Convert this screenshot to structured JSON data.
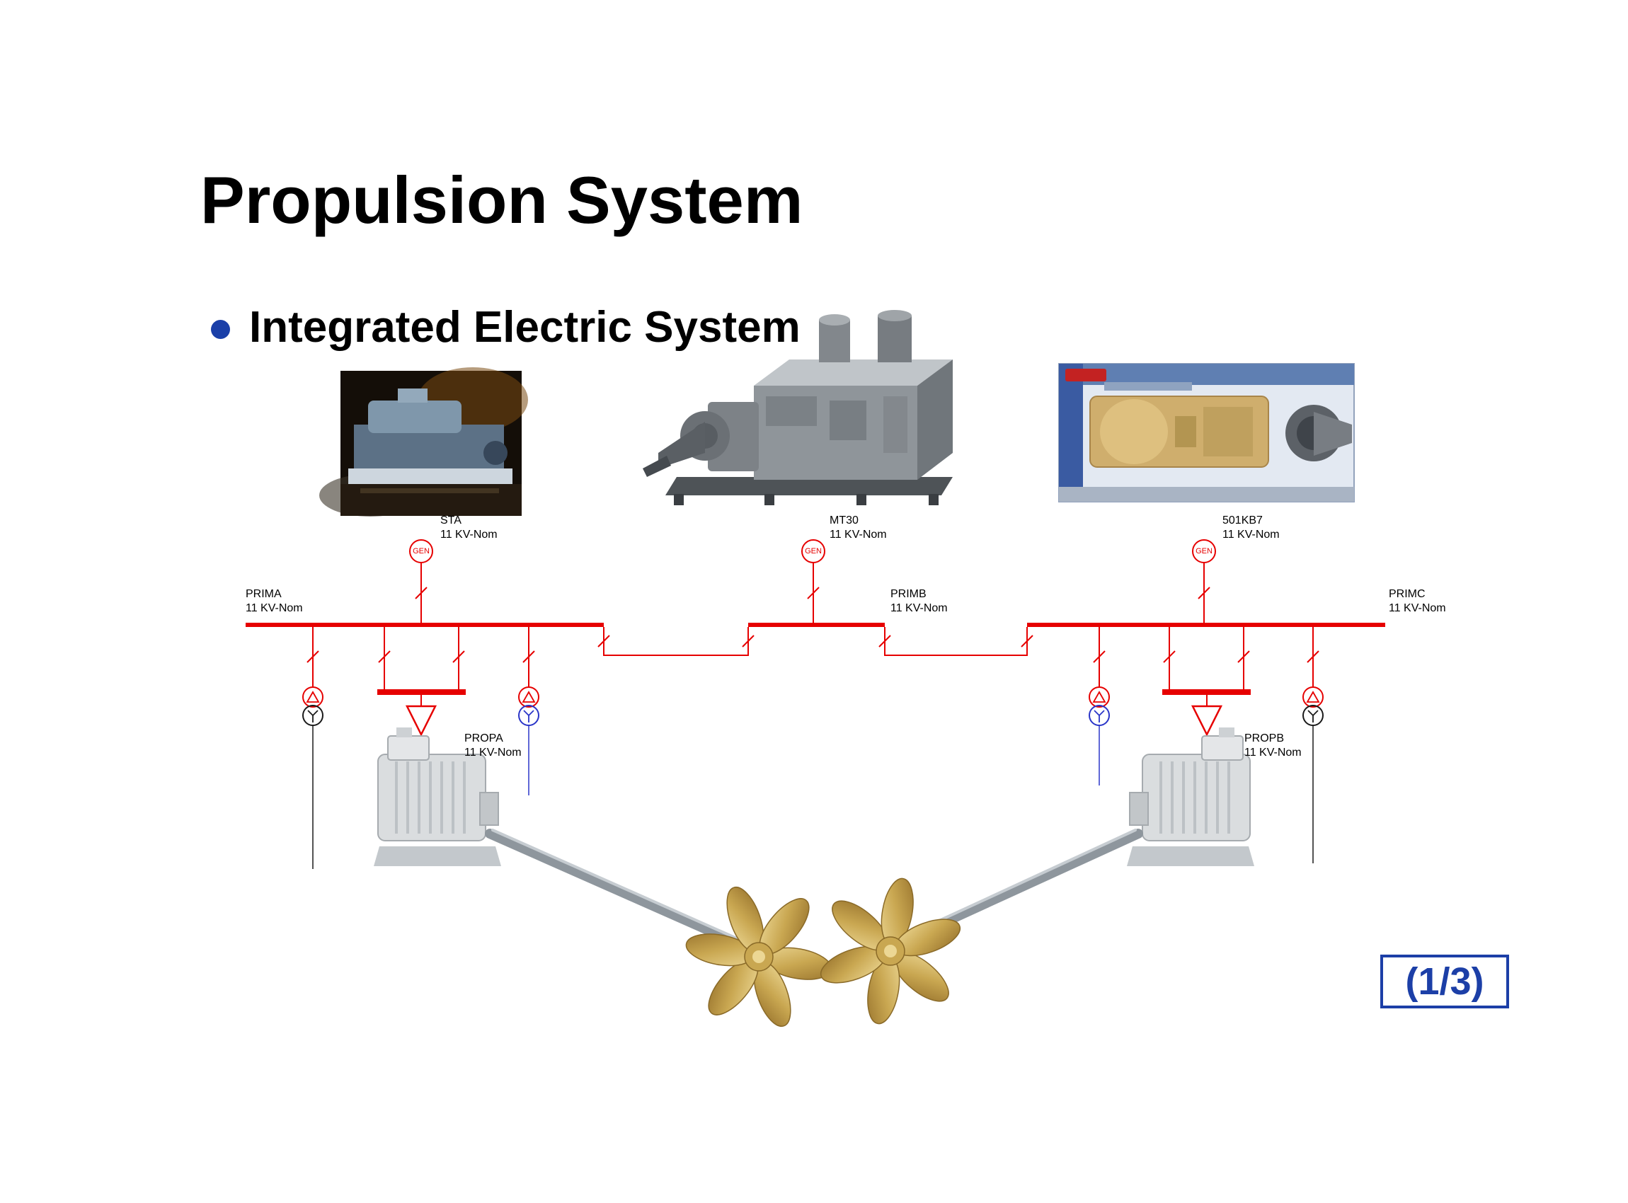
{
  "slide": {
    "title": "Propulsion System",
    "bullet": "Integrated Electric System",
    "page_indicator": "(1/3)"
  },
  "generators": [
    {
      "name": "STA",
      "rating": "11 KV-Nom",
      "symbol": "GEN"
    },
    {
      "name": "MT30",
      "rating": "11 KV-Nom",
      "symbol": "GEN"
    },
    {
      "name": "501KB7",
      "rating": "11 KV-Nom",
      "symbol": "GEN"
    }
  ],
  "buses": [
    {
      "name": "PRIMA",
      "rating": "11 KV-Nom"
    },
    {
      "name": "PRIMB",
      "rating": "11 KV-Nom"
    },
    {
      "name": "PRIMC",
      "rating": "11 KV-Nom"
    }
  ],
  "loads": [
    {
      "name": "PROPA",
      "rating": "11 KV-Nom"
    },
    {
      "name": "PROPB",
      "rating": "11 KV-Nom"
    }
  ],
  "colors": {
    "bus_red": "#e60000",
    "transformer_blue": "#2a35c8",
    "line_black": "#1a1a1a",
    "accent_blue": "#1c3fa7",
    "propeller_gold": "#c9a751"
  }
}
